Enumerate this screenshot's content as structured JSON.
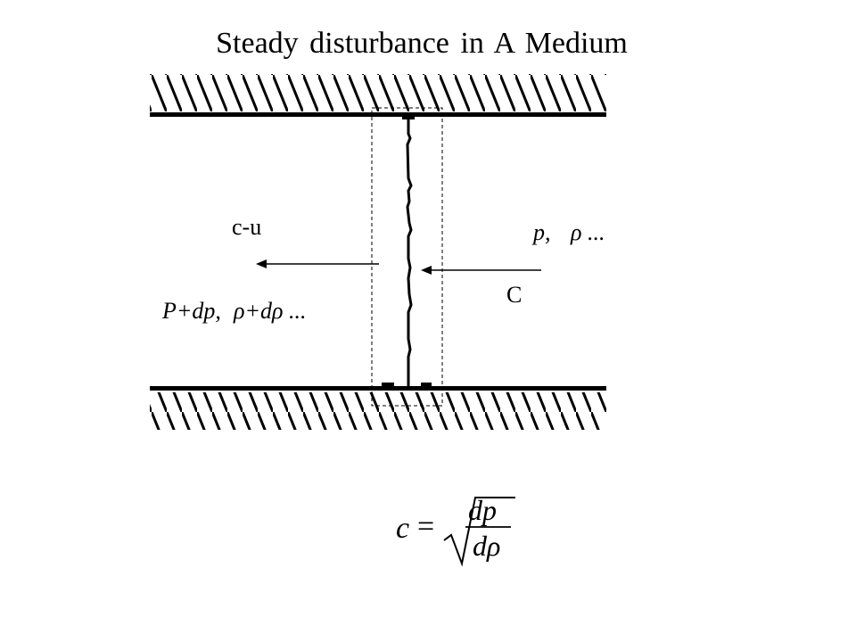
{
  "title": "Steady disturbance in A Medium",
  "labels": {
    "left_velocity": "c-u",
    "right_state_p": "p,",
    "right_state_rho": "ρ ...",
    "wave_speed": "C",
    "left_state_p": "P+dp,",
    "left_state_rho": "ρ+dρ ..."
  },
  "equation": {
    "lhs": "c",
    "equals": "=",
    "numerator": "dp",
    "denominator": "dρ"
  }
}
